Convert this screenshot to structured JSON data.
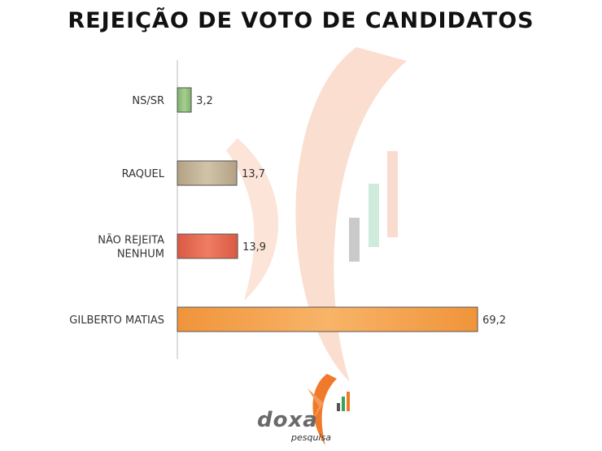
{
  "colors": {
    "watermark": "#f7c7ad",
    "axis": "#bbbbbb"
  },
  "chart_data": {
    "type": "bar",
    "orientation": "horizontal",
    "title": "REJEIÇÃO DE VOTO DE CANDIDATOS",
    "xlabel": "",
    "ylabel": "",
    "xlim": [
      0,
      75
    ],
    "grid": false,
    "categories": [
      [
        "NS/SR"
      ],
      [
        "RAQUEL"
      ],
      [
        "NÃO REJEITA",
        "NENHUM"
      ],
      [
        "GILBERTO MATIAS"
      ]
    ],
    "values": [
      3.2,
      13.7,
      13.9,
      69.2
    ],
    "value_labels": [
      "3,2",
      "13,7",
      "13,9",
      "69,2"
    ],
    "bar_colors": [
      "#7fb06a",
      "#b3a184",
      "#d95a44",
      "#f0943a"
    ],
    "bar_highlights": [
      "#a6cf90",
      "#d1c3a9",
      "#f07c62",
      "#f8b468"
    ]
  },
  "logo": {
    "word": "doxa",
    "sub": "pesquisa"
  }
}
